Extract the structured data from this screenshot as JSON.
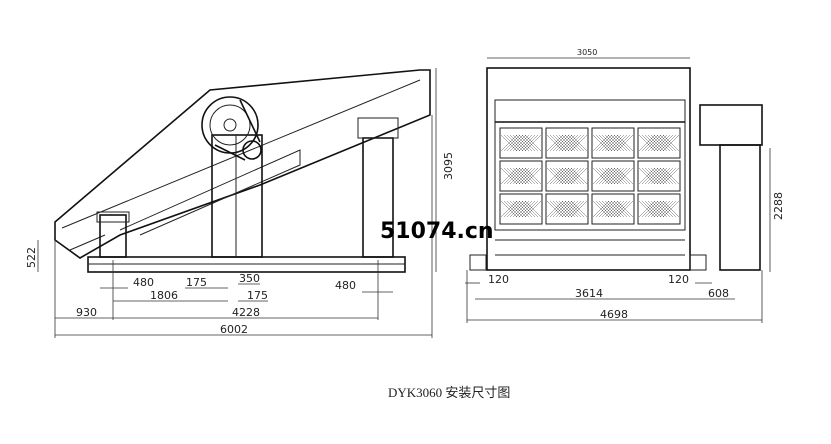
{
  "side_view": {
    "dims": {
      "height_total": "3095",
      "height_base": "522",
      "d480_left": "480",
      "d175_left": "175",
      "d350": "350",
      "d1806": "1806",
      "d175_right": "175",
      "d480_right": "480",
      "d930": "930",
      "d4228": "4228",
      "d6002": "6002"
    }
  },
  "end_view": {
    "dims": {
      "width_top": "3050",
      "height_2288": "2288",
      "d120_left": "120",
      "d120_right": "120",
      "d3614": "3614",
      "d608": "608",
      "d4698": "4698"
    }
  },
  "watermark": "51074.cn",
  "caption": "DYK3060  安装尺寸图"
}
